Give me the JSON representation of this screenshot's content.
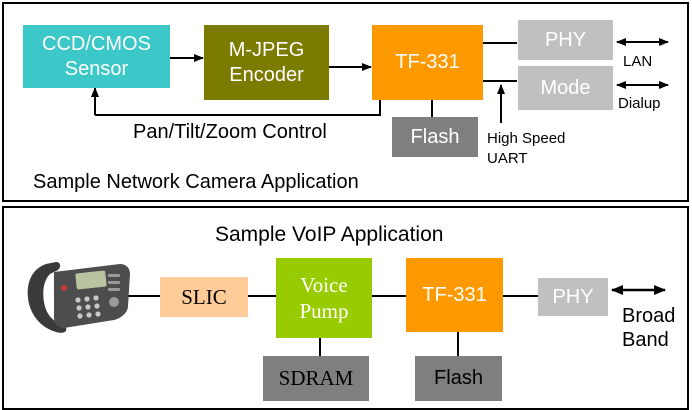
{
  "camera": {
    "title": "Sample Network Camera Application",
    "sensor": "CCD/CMOS\nSensor",
    "encoder": "M-JPEG\nEncoder",
    "chip": "TF-331",
    "phy": "PHY",
    "mode": "Mode",
    "flash": "Flash",
    "ptz": "Pan/Tilt/Zoom Control",
    "uart": "High Speed\nUART",
    "lan": "LAN",
    "dialup": "Dialup"
  },
  "voip": {
    "title": "Sample VoIP Application",
    "slic": "SLIC",
    "pump": "Voice\nPump",
    "chip": "TF-331",
    "phy": "PHY",
    "sdram": "SDRAM",
    "flash": "Flash",
    "broadband": "Broad\nBand",
    "phone": "phone-icon"
  },
  "colors": {
    "sensor": "#3cc8c8",
    "encoder": "#7b7b00",
    "chip": "#ff9900",
    "phy": "#c0c0c0",
    "flash": "#7f7f7f",
    "slic": "#ffcc99",
    "pump": "#99cc00"
  }
}
